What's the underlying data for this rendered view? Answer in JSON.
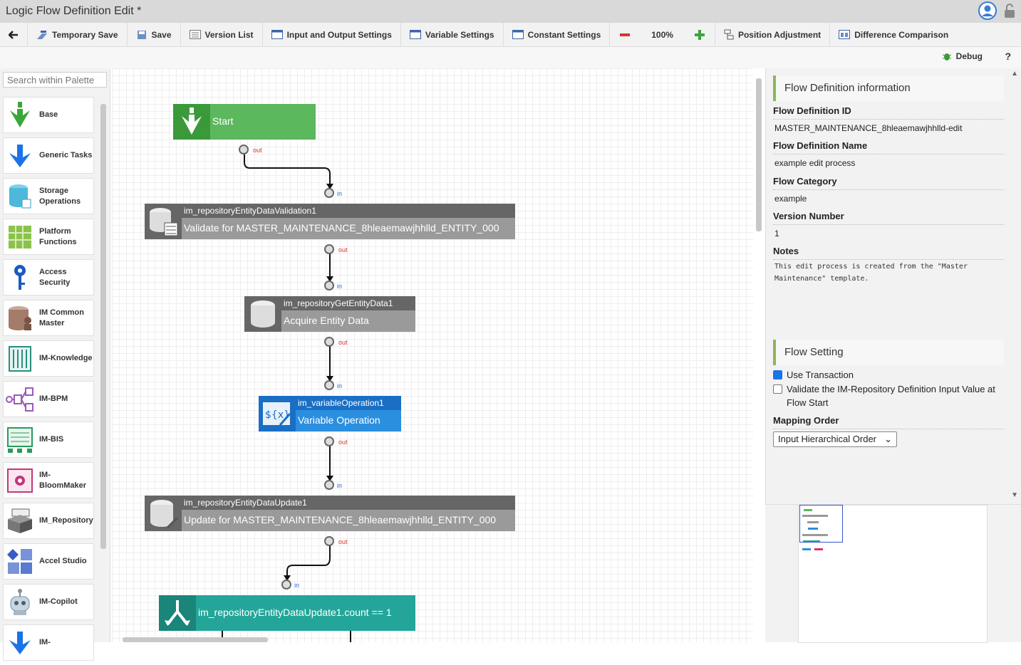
{
  "window": {
    "title": "Logic Flow Definition Edit  *"
  },
  "toolbar": {
    "back_label": "",
    "items": [
      "Temporary Save",
      "Save",
      "Version List",
      "Input and Output Settings",
      "Variable Settings",
      "Constant Settings"
    ],
    "zoom": "100%",
    "position_adjustment": "Position Adjustment",
    "difference_comparison": "Difference Comparison",
    "debug": "Debug",
    "help": "?"
  },
  "palette": {
    "search_placeholder": "Search within Palette",
    "items": [
      {
        "label": "Base",
        "icon": "base-arrow-icon"
      },
      {
        "label": "Generic Tasks",
        "icon": "generic-tasks-icon"
      },
      {
        "label": "Storage Operations",
        "icon": "storage-icon"
      },
      {
        "label": "Platform Functions",
        "icon": "platform-icon"
      },
      {
        "label": "Access Security",
        "icon": "key-icon"
      },
      {
        "label": "IM Common Master",
        "icon": "common-master-icon"
      },
      {
        "label": "IM-Knowledge",
        "icon": "knowledge-icon"
      },
      {
        "label": "IM-BPM",
        "icon": "bpm-icon"
      },
      {
        "label": "IM-BIS",
        "icon": "bis-icon"
      },
      {
        "label": "IM-BloomMaker",
        "icon": "bloommaker-icon"
      },
      {
        "label": "IM_Repository",
        "icon": "repository-icon"
      },
      {
        "label": "Accel Studio",
        "icon": "accel-studio-icon"
      },
      {
        "label": "IM-Copilot",
        "icon": "copilot-icon"
      },
      {
        "label": "IM-",
        "icon": "generic-tasks-icon"
      }
    ]
  },
  "flow": {
    "start": {
      "label": "Start"
    },
    "nodes": [
      {
        "id": "im_repositoryEntityDataValidation1",
        "label": "Validate for MASTER_MAINTENANCE_8hleaemawjhhlld_ENTITY_000"
      },
      {
        "id": "im_repositoryGetEntityData1",
        "label": "Acquire Entity Data"
      },
      {
        "id": "im_variableOperation1",
        "label": "Variable Operation"
      },
      {
        "id": "im_repositoryEntityDataUpdate1",
        "label": "Update for MASTER_MAINTENANCE_8hleaemawjhhlld_ENTITY_000"
      },
      {
        "id": "",
        "label": "im_repositoryEntityDataUpdate1.count == 1"
      }
    ],
    "port_in": "in",
    "port_out": "out"
  },
  "info": {
    "section_title": "Flow Definition information",
    "flow_definition_id_label": "Flow Definition ID",
    "flow_definition_id": "MASTER_MAINTENANCE_8hleaemawjhhlld-edit",
    "flow_definition_name_label": "Flow Definition Name",
    "flow_definition_name": "example edit process",
    "flow_category_label": "Flow Category",
    "flow_category": "example",
    "version_number_label": "Version Number",
    "version_number": "1",
    "notes_label": "Notes",
    "notes": "This edit process is created from the \"Master Maintenance\" template."
  },
  "flow_setting": {
    "section_title": "Flow Setting",
    "use_transaction": "Use Transaction",
    "use_transaction_checked": true,
    "validate_label": "Validate the IM-Repository Definition Input Value at Flow Start",
    "validate_checked": false,
    "mapping_order_label": "Mapping Order",
    "mapping_order_value": "Input Hierarchical Order"
  },
  "colors": {
    "start": "#5cb85c",
    "repository": "#666666",
    "variable": "#2b8fe0",
    "condition": "#23a699",
    "section_accent": "#8bb85a"
  }
}
